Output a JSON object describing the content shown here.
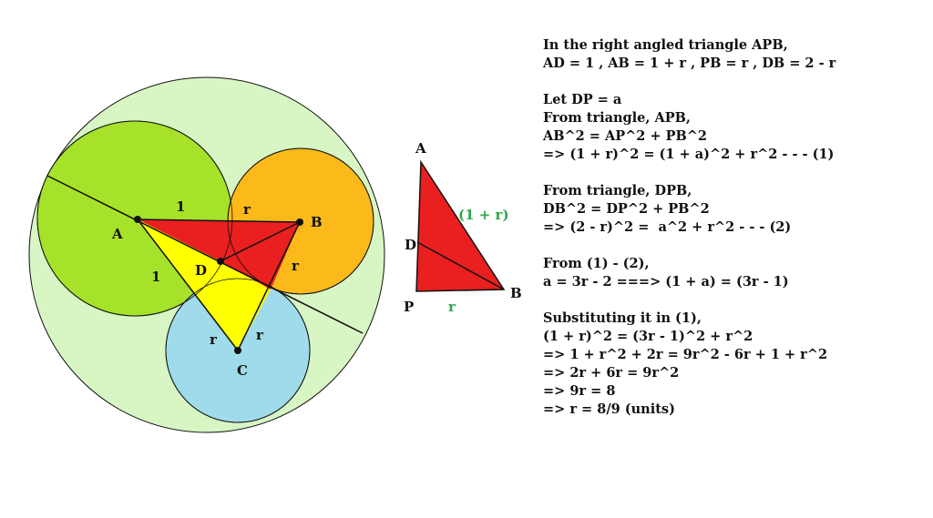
{
  "left_figure": {
    "labels": {
      "A": "A",
      "B": "B",
      "C": "C",
      "D": "D",
      "AB_radius_A": "1",
      "AC_radius_A": "1",
      "AB_radius_B": "r",
      "BC_radius_B": "r",
      "C_radius_left": "r",
      "C_radius_right": "r"
    },
    "colors": {
      "outer_circle": "#d8f5c4",
      "circle_A": "#a6e22a",
      "circle_B": "#fbb91a",
      "circle_C": "#9fdbea",
      "triangle_ABD": "#ea1f1f",
      "triangle_ACD": "#ffff00",
      "outline": "#111111"
    }
  },
  "right_figure": {
    "labels": {
      "A": "A",
      "B": "B",
      "D": "D",
      "P": "P",
      "PB": "r",
      "AB": "(1 + r)"
    },
    "colors": {
      "triangle": "#ea1f1f",
      "green_label": "#2ea84a"
    }
  },
  "solution": {
    "paragraphs": [
      [
        "In the right angled triangle APB,",
        "AD = 1 , AB = 1 + r , PB = r , DB = 2 - r"
      ],
      [
        "Let DP = a",
        "From triangle, APB,",
        "AB^2 = AP^2 + PB^2",
        "=> (1 + r)^2 = (1 + a)^2 + r^2 - - - (1)"
      ],
      [
        "From triangle, DPB,",
        "DB^2 = DP^2 + PB^2",
        "=> (2 - r)^2 =  a^2 + r^2 - - - (2)"
      ],
      [
        "From (1) - (2),",
        "a = 3r - 2 ===> (1 + a) = (3r - 1)"
      ],
      [
        "Substituting it in (1),",
        "(1 + r)^2 = (3r - 1)^2 + r^2",
        "=> 1 + r^2 + 2r = 9r^2 - 6r + 1 + r^2",
        "=> 2r + 6r = 9r^2",
        "=> 9r = 8",
        "=> r = 8/9 (units)"
      ]
    ]
  }
}
